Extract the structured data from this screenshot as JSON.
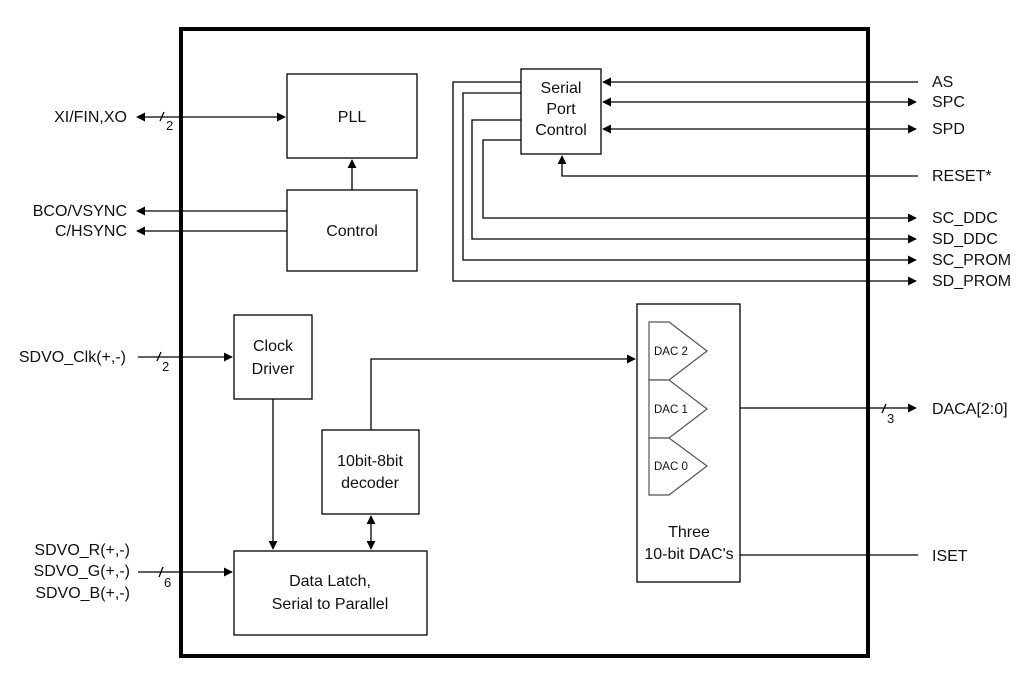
{
  "diagram": {
    "title": "",
    "blocks": {
      "pll": "PLL",
      "control": "Control",
      "serial_port_control": [
        "Serial",
        "Port",
        "Control"
      ],
      "clock_driver": [
        "Clock",
        "Driver"
      ],
      "decoder": [
        "10bit-8bit",
        "decoder"
      ],
      "data_latch": [
        "Data Latch,",
        "Serial to Parallel"
      ],
      "dac_group": [
        "Three",
        "10-bit DAC's"
      ],
      "dacs": [
        "DAC 2",
        "DAC 1",
        "DAC 0"
      ]
    },
    "left_pins": {
      "xi_fin_xo": "XI/FIN,XO",
      "bco_vsync": "BCO/VSYNC",
      "c_hsync": "C/HSYNC",
      "sdvo_clk": "SDVO_Clk(+,-)",
      "sdvo_r": "SDVO_R(+,-)",
      "sdvo_g": "SDVO_G(+,-)",
      "sdvo_b": "SDVO_B(+,-)"
    },
    "right_pins": {
      "as": "AS",
      "spc": "SPC",
      "spd": "SPD",
      "reset": "RESET*",
      "sc_ddc": "SC_DDC",
      "sd_ddc": "SD_DDC",
      "sc_prom": "SC_PROM",
      "sd_prom": "SD_PROM",
      "daca": "DACA[2:0]",
      "iset": "ISET"
    },
    "bus_widths": {
      "xi_fin_xo": "2",
      "sdvo_clk": "2",
      "sdvo_rgb": "6",
      "daca": "3"
    }
  }
}
